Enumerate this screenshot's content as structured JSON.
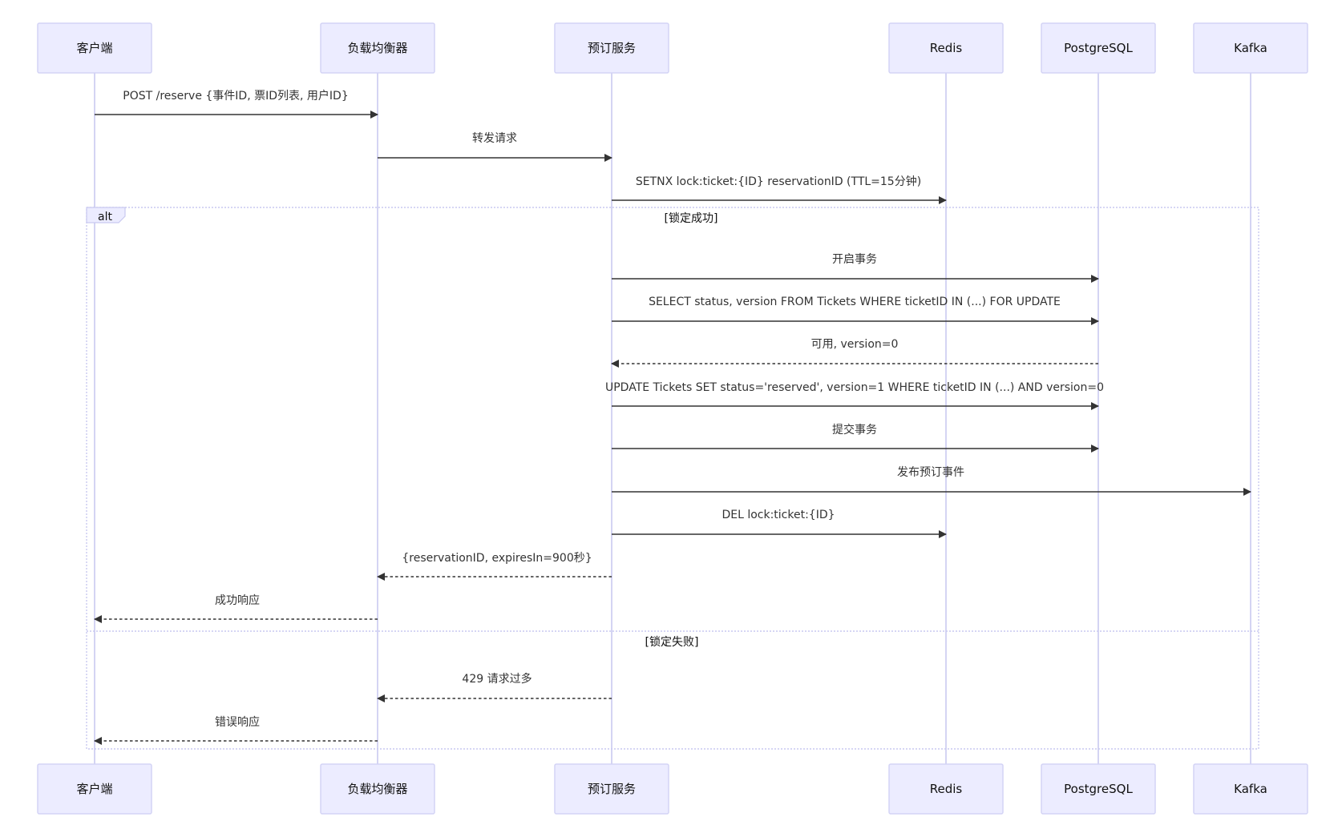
{
  "actors": [
    {
      "id": "client",
      "label": "客户端"
    },
    {
      "id": "lb",
      "label": "负载均衡器"
    },
    {
      "id": "svc",
      "label": "预订服务"
    },
    {
      "id": "redis",
      "label": "Redis"
    },
    {
      "id": "pg",
      "label": "PostgreSQL"
    },
    {
      "id": "kafka",
      "label": "Kafka"
    }
  ],
  "messages": [
    {
      "from": "client",
      "to": "lb",
      "text": "POST /reserve {事件ID, 票ID列表, 用户ID}",
      "style": "solid"
    },
    {
      "from": "lb",
      "to": "svc",
      "text": "转发请求",
      "style": "solid"
    },
    {
      "from": "svc",
      "to": "redis",
      "text": "SETNX lock:ticket:{ID} reservationID (TTL=15分钟)",
      "style": "solid"
    },
    {
      "from": "svc",
      "to": "pg",
      "text": "开启事务",
      "style": "solid"
    },
    {
      "from": "svc",
      "to": "pg",
      "text": "SELECT status, version FROM Tickets WHERE ticketID IN (...) FOR UPDATE",
      "style": "solid"
    },
    {
      "from": "pg",
      "to": "svc",
      "text": "可用, version=0",
      "style": "dashed"
    },
    {
      "from": "svc",
      "to": "pg",
      "text": "UPDATE Tickets SET status='reserved', version=1 WHERE ticketID IN (...) AND version=0",
      "style": "solid"
    },
    {
      "from": "svc",
      "to": "pg",
      "text": "提交事务",
      "style": "solid"
    },
    {
      "from": "svc",
      "to": "kafka",
      "text": "发布预订事件",
      "style": "solid"
    },
    {
      "from": "svc",
      "to": "redis",
      "text": "DEL lock:ticket:{ID}",
      "style": "solid"
    },
    {
      "from": "svc",
      "to": "lb",
      "text": "{reservationID, expiresIn=900秒}",
      "style": "dashed"
    },
    {
      "from": "lb",
      "to": "client",
      "text": "成功响应",
      "style": "dashed"
    },
    {
      "from": "svc",
      "to": "lb",
      "text": "429 请求过多",
      "style": "dashed"
    },
    {
      "from": "lb",
      "to": "client",
      "text": "错误响应",
      "style": "dashed"
    }
  ],
  "alt_frame": {
    "keyword": "alt",
    "branches": [
      {
        "condition": "[锁定成功]"
      },
      {
        "condition": "[锁定失败]"
      }
    ]
  }
}
